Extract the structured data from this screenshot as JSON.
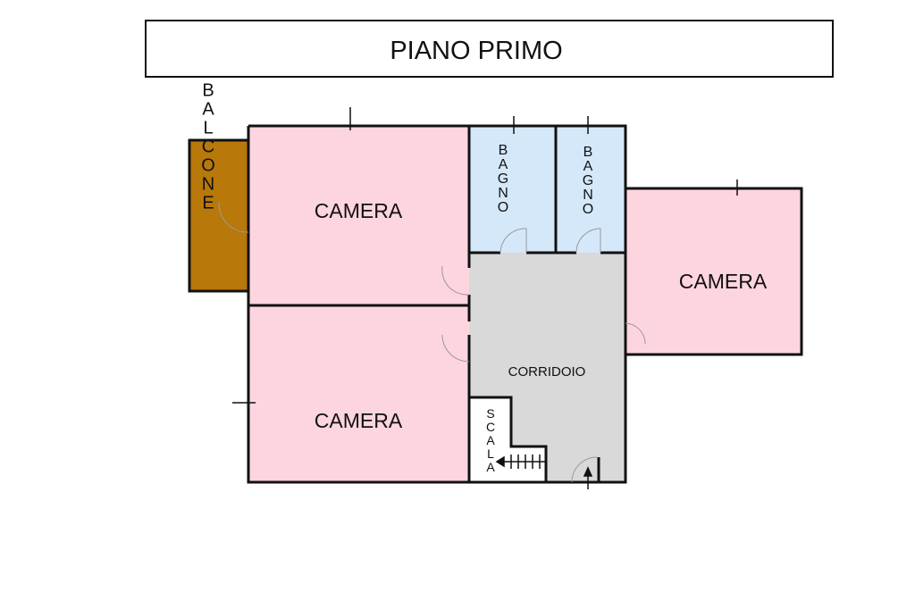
{
  "title": "PIANO PRIMO",
  "rooms": {
    "balcone": "BALCONE",
    "camera_1": "CAMERA",
    "camera_2": "CAMERA",
    "camera_3": "CAMERA",
    "bagno_1": "BAGNO",
    "bagno_2": "BAGNO",
    "corridoio": "CORRIDOIO",
    "scala": "SCALA"
  },
  "colors": {
    "camera": "#fdd5df",
    "bagno": "#d5e8fa",
    "corridoio": "#d9d9d9",
    "balcone": "#b8780a",
    "scala": "#ffffff"
  }
}
